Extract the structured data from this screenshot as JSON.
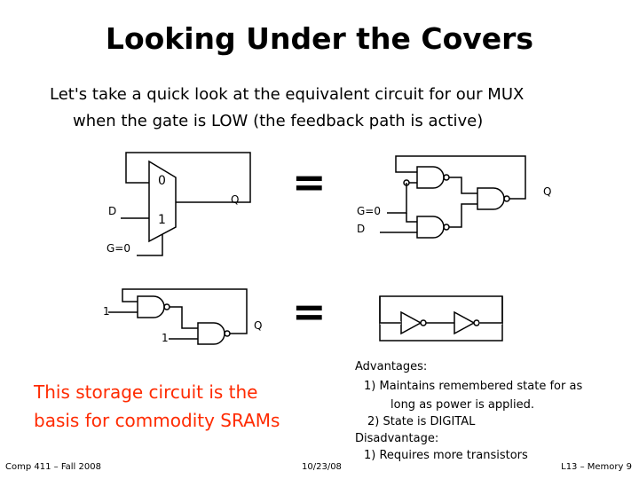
{
  "slide": {
    "title": "Looking Under the Covers",
    "intro_line1": "Let's take a quick look at the equivalent circuit for our MUX",
    "intro_line2": "when the gate is LOW (the feedback path is active)"
  },
  "mux_diagram": {
    "input0": "0",
    "input1": "1",
    "d_label": "D",
    "q_label": "Q",
    "gate_label": "G=0"
  },
  "nand_diagram": {
    "gate_label": "G=0",
    "d_label": "D",
    "q_label": "Q"
  },
  "reduced_diagram": {
    "input_top": "1",
    "input_bottom": "1",
    "q_label": "Q"
  },
  "equals_sign": "=",
  "tagline": {
    "line1": "This storage circuit is the",
    "line2": "basis for commodity SRAMs"
  },
  "notes": {
    "advantages_heading": "Advantages:",
    "advantage1_line1": "1) Maintains remembered state for as",
    "advantage1_line2": "long as power is applied.",
    "advantage2": "2) State is DIGITAL",
    "disadvantage_heading": "Disadvantage:",
    "disadvantage1": "1) Requires more transistors"
  },
  "footer": {
    "course": "Comp 411 – Fall 2008",
    "date": "10/23/08",
    "page": "L13 – Memory  9"
  }
}
